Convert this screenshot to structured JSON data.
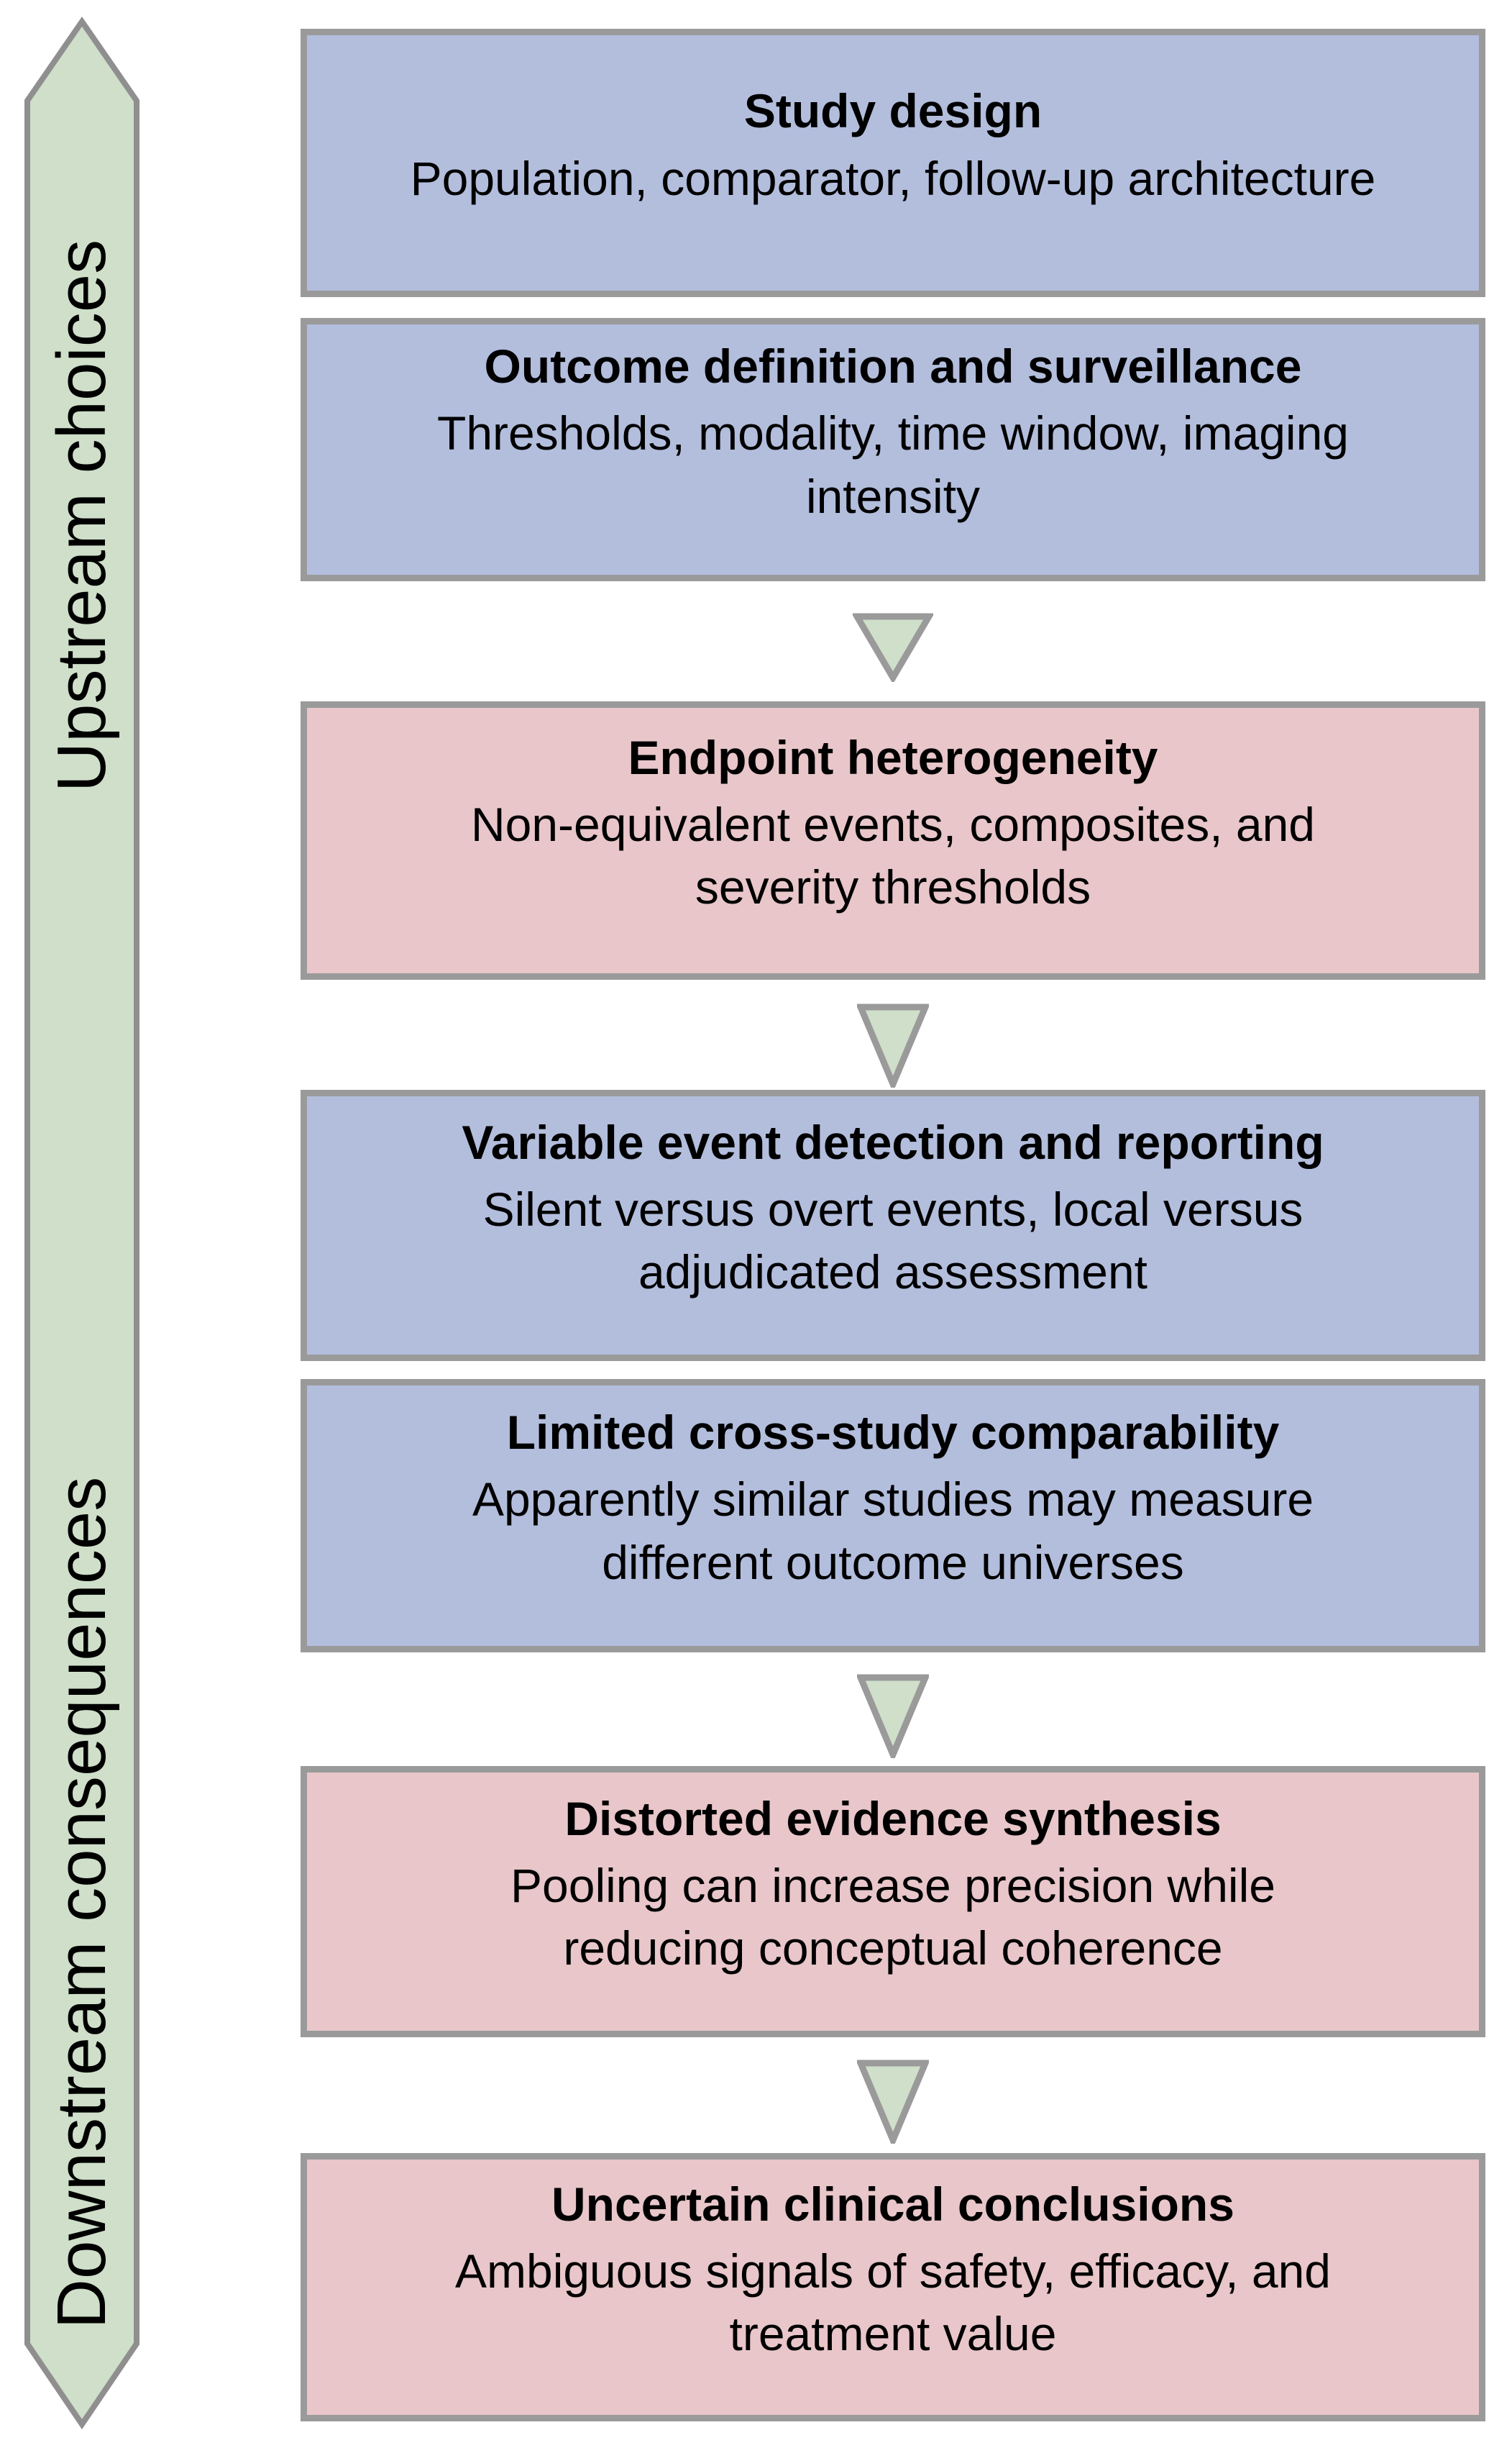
{
  "side_arrow": {
    "top_label": "Upstream choices",
    "bottom_label": "Downstream consequences",
    "direction": "double-ended vertical arrow, points up at top and down at bottom"
  },
  "boxes": [
    {
      "id": "study-design",
      "type": "blue",
      "title": "Study design",
      "body": "Population, comparator, follow-up architecture"
    },
    {
      "id": "outcome-definition",
      "type": "blue",
      "title": "Outcome definition and surveillance",
      "body": "Thresholds, modality, time window, imaging\nintensity"
    },
    {
      "id": "endpoint-heterogeneity",
      "type": "pink",
      "title": "Endpoint heterogeneity",
      "body": "Non-equivalent events, composites, and\nseverity thresholds"
    },
    {
      "id": "variable-event-detection",
      "type": "blue",
      "title": "Variable event detection and reporting",
      "body": "Silent versus overt events, local versus\nadjudicated assessment"
    },
    {
      "id": "limited-comparability",
      "type": "blue",
      "title": "Limited cross-study comparability",
      "body": "Apparently similar studies may measure\ndifferent outcome universes"
    },
    {
      "id": "distorted-synthesis",
      "type": "pink",
      "title": "Distorted evidence synthesis",
      "body": "Pooling can increase precision while\nreducing conceptual coherence"
    },
    {
      "id": "uncertain-conclusions",
      "type": "pink",
      "title": "Uncertain clinical conclusions",
      "body": "Ambiguous signals of safety, efficacy, and\ntreatment value"
    }
  ],
  "connectors": {
    "shape": "down-triangle",
    "positions": [
      "after-box-2",
      "after-box-3",
      "after-box-5",
      "after-box-6"
    ]
  },
  "colors": {
    "box-blue": "#b3bedd",
    "box-pink": "#e8c6c9",
    "arrow-green": "#cfdfc9",
    "arrow-border": "#8f8f8f",
    "border-gray": "#9a9a9a",
    "text": "#000000",
    "background": "#ffffff"
  }
}
